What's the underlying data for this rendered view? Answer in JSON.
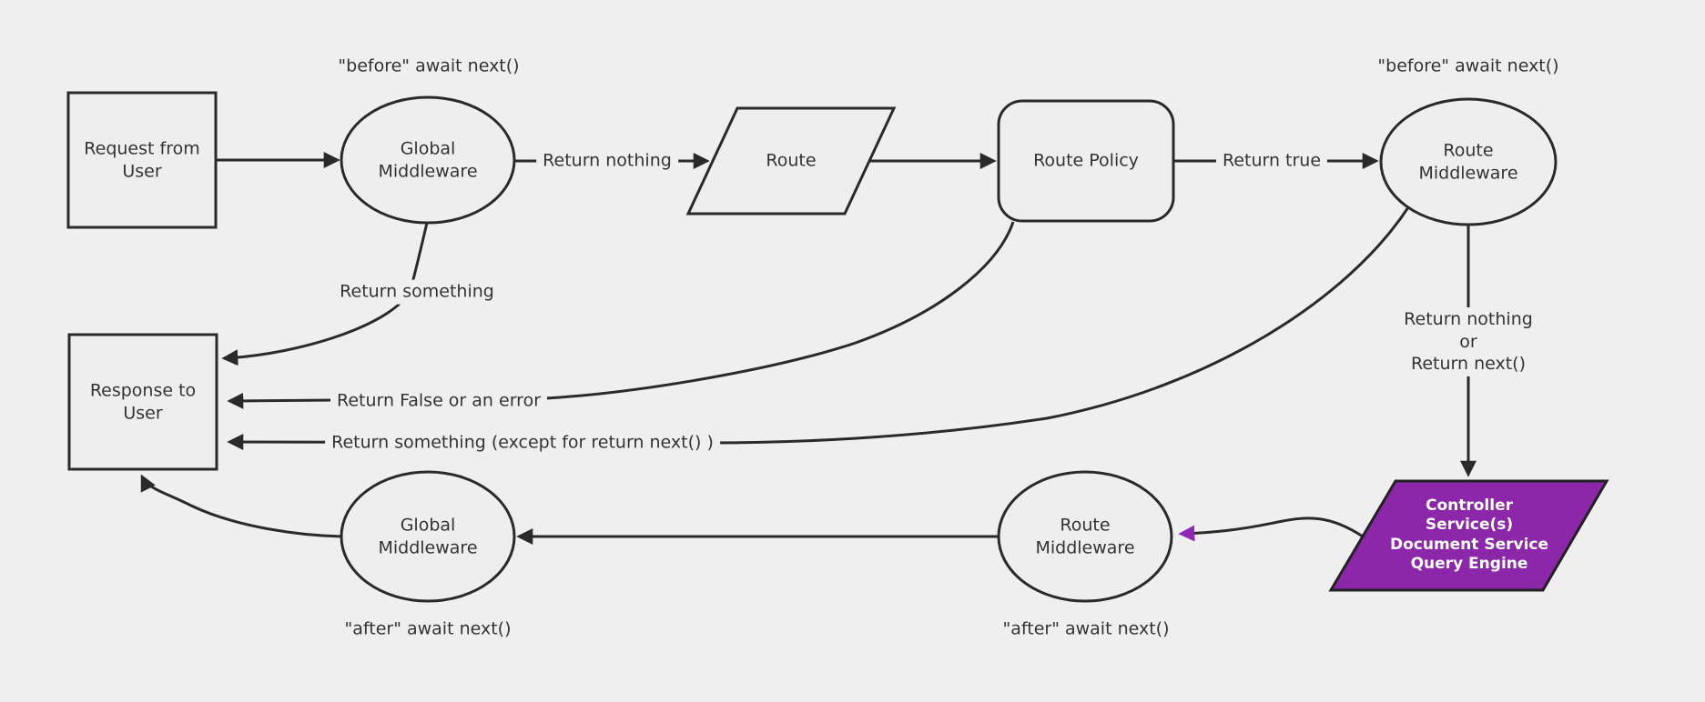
{
  "diagram": {
    "nodes": {
      "request": {
        "label": "Request from\nUser"
      },
      "global_middleware_before": {
        "label": "Global\nMiddleware"
      },
      "route": {
        "label": "Route"
      },
      "route_policy": {
        "label": "Route Policy"
      },
      "route_middleware_before": {
        "label": "Route\nMiddleware"
      },
      "response": {
        "label": "Response to\nUser"
      },
      "global_middleware_after": {
        "label": "Global\nMiddleware"
      },
      "route_middleware_after": {
        "label": "Route\nMiddleware"
      },
      "controller": {
        "label": "Controller\nService(s)\nDocument Service\nQuery Engine"
      }
    },
    "edge_labels": {
      "before_global": "\"before\" await next()",
      "before_route": "\"before\" await next()",
      "after_global": "\"after\" await next()",
      "after_route": "\"after\" await next()",
      "return_nothing": "Return nothing",
      "return_true": "Return true",
      "return_something": "Return something",
      "return_false_or_error": "Return False or an error",
      "return_something_except": "Return something (except for return next() )",
      "return_nothing_or_next": "Return nothing\nor\nReturn next()"
    },
    "colors": {
      "background": "#efefef",
      "node_fill": "#eeeeee",
      "node_border": "#2a2a2a",
      "edge_line": "#2a2a2a",
      "text": "#333333",
      "controller_fill": "#8b27a8",
      "controller_border": "#222222",
      "controller_arrow": "#9327b8",
      "controller_text": "#ffffff"
    }
  }
}
